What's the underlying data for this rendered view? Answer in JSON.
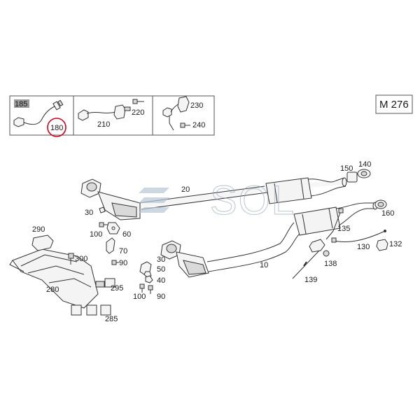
{
  "model_label": "M 276",
  "watermark": "SOL",
  "labels": {
    "l185": "185",
    "l180": "180",
    "l210": "210",
    "l220": "220",
    "l230": "230",
    "l240": "240",
    "l20": "20",
    "l150": "150",
    "l140": "140",
    "l160": "160",
    "l135": "135",
    "l130": "130",
    "l132": "132",
    "l138": "138",
    "l139": "139",
    "l10": "10",
    "l290": "290",
    "l300": "300",
    "l280": "280",
    "l285": "285",
    "l295": "295",
    "l30a": "30",
    "l100a": "100",
    "l60": "60",
    "l70": "70",
    "l90a": "90",
    "l30b": "30",
    "l50": "50",
    "l40": "40",
    "l100b": "100",
    "l90b": "90"
  },
  "colors": {
    "highlight_circle": "#d0021b",
    "highlight_tag": "#9b9b9b",
    "outline": "#333333"
  }
}
